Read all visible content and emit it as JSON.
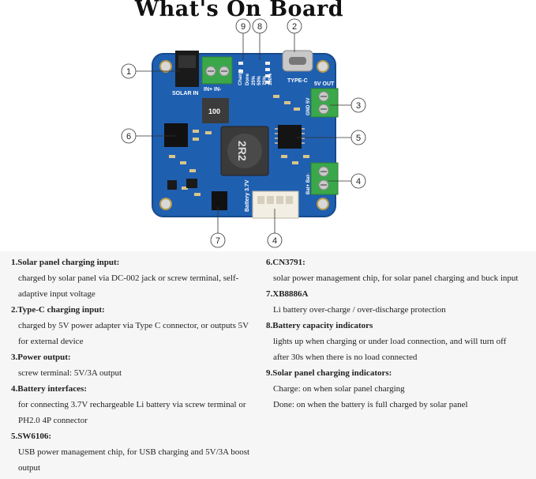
{
  "title": "What's On Board",
  "board": {
    "silk": {
      "solar_in": "SOLAR IN",
      "in_plus_minus": "IN+ IN-",
      "charge": "Charge",
      "done": "Done",
      "pct": [
        "25%",
        "50%",
        "75%",
        "100%"
      ],
      "type_c": "TYPE-C",
      "out_5v": "5V OUT",
      "gnd_5v": "GND 5V",
      "battery": "Battery 3.7V",
      "bat_pm": "Bat+ Bat-",
      "inductor_small": "100",
      "inductor_large": "2R2"
    },
    "callouts": [
      "1",
      "2",
      "3",
      "4",
      "5",
      "6",
      "7",
      "8",
      "9",
      "4"
    ]
  },
  "left_items": [
    {
      "title": "1.Solar panel charging input:",
      "desc": [
        "charged by solar panel via DC-002 jack or screw terminal, self-",
        "adaptive input voltage"
      ]
    },
    {
      "title": "2.Type-C charging input:",
      "desc": [
        "charged by 5V power adapter via Type C connector, or outputs 5V",
        "for external device"
      ]
    },
    {
      "title": "3.Power output:",
      "desc": [
        "screw terminal: 5V/3A output"
      ]
    },
    {
      "title": "4.Battery interfaces:",
      "desc": [
        "for connecting 3.7V rechargeable Li battery via screw terminal or",
        "PH2.0 4P connector"
      ]
    },
    {
      "title": "5.SW6106:",
      "desc": [
        "USB power management chip, for USB charging and 5V/3A boost",
        "output"
      ]
    }
  ],
  "right_items": [
    {
      "title": "6.CN3791:",
      "desc": [
        "solar power management chip, for solar panel charging and buck input"
      ]
    },
    {
      "title": "7.XB8886A",
      "desc": [
        "Li battery over-charge / over-discharge protection"
      ]
    },
    {
      "title": "8.Battery capacity indicators",
      "desc": [
        "lights up when charging or under load connection, and will turn off",
        "after 30s when there is no load connected"
      ]
    },
    {
      "title": "9.Solar panel charging indicators:",
      "desc": [
        "Charge: on when solar panel charging",
        "Done: on when the battery is full charged by solar panel"
      ]
    }
  ]
}
